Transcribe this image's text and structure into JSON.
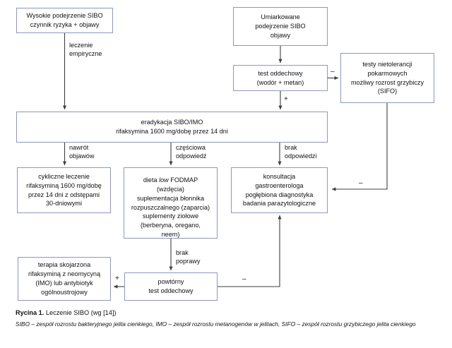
{
  "figure": {
    "nodes": {
      "high_suspicion": "Wysokie podejrzenie SIBO\nczynnik ryzyka + objawy",
      "moderate_suspicion": "Umiarkowane\npodejrzenie SIBO\nobjawy",
      "breath_test": "test oddechowy\n(wodór + metan)",
      "food_intolerance": "testy nietolerancji\npokarmowych\nmożliwy rozrost grzybiczy\n(SIFO)",
      "eradication": "eradykacja SIBO/IMO\nrifaksymina 1600 mg/dobę przez 14 dni",
      "cyclic_treatment": "cykliczne leczenie\nrifaksyminą 1600 mg/dobę\nprzez 14 dni z odstępami\n30-dniowymi",
      "fodmap_diet_line1_a": "dieta ",
      "fodmap_diet_line1_italic": "low",
      "fodmap_diet_line1_b": " FODMAP",
      "fodmap_diet_rest": "(wzdęcia)\nsuplementacja błonnika\nrozpuszczalnego (zaparcia)\nsuplementy ziołowe\n(berberyna, oregano,\nneem)",
      "gastro_consult": "konsultacja\ngastroenterologa\npogłębiona diagnostyka\nbadania parazytologiczne",
      "combined_therapy": "terapia skojarzona\nrifaksyminą z neomycyną\n(IMO) lub antybiotyk\nogólnoustrojowy",
      "repeat_breath_test": "powtórny\ntest oddechowy"
    },
    "edge_labels": {
      "empiric_treatment": "leczenie\nempiryczne",
      "symptom_recurrence": "nawrót\nobjawów",
      "partial_response": "częściowa\nodpowiedź",
      "no_response": "brak\nodpowiedzi",
      "no_improvement": "brak\npoprawy",
      "breath_test_negative": "–",
      "breath_test_positive": "+",
      "sifo_negative": "–",
      "repeat_negative": "–",
      "repeat_positive": "+"
    },
    "caption": {
      "label": "Rycina 1.",
      "title": " Leczenie SIBO (wg [14])",
      "note": "SIBO – zespół rozrostu bakteryjnego jelita cienkiego, IMO – zespół rozrostu metanogenów w jelitach, SIFO – zespół rozrostu grzybiczego jelita cienkiego"
    },
    "colors": {
      "box_border": "#8e96c2",
      "wire": "#3f3f3f",
      "text": "#111111",
      "background": "#ffffff"
    }
  }
}
